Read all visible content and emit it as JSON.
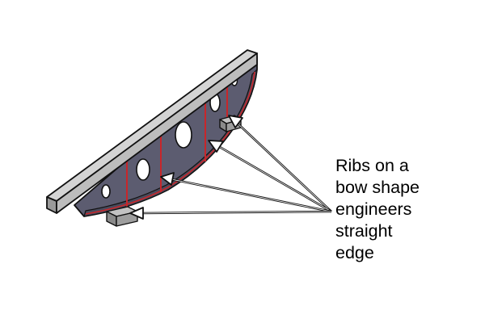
{
  "caption": {
    "lines": [
      "Ribs on a",
      "bow shape",
      "engineers",
      "straight",
      "edge"
    ]
  },
  "colors": {
    "background": "#ffffff",
    "web": "#5c5c70",
    "web_dark": "#4a4a5c",
    "straight_edge": "#bdbdbd",
    "straight_edge_top": "#d4d4d4",
    "straight_edge_side": "#9a9a9a",
    "rib_highlight": "#c8262a",
    "outline": "#111111",
    "arrow": "#111111",
    "arrowhead_fill": "#ffffff",
    "foot": "#9e9e9e"
  },
  "figure": {
    "subject": "bow-shape-engineers-straight-edge",
    "arrow_count": 4,
    "rib_count": 4,
    "lightening_hole_count": 5,
    "foot_count": 2
  }
}
